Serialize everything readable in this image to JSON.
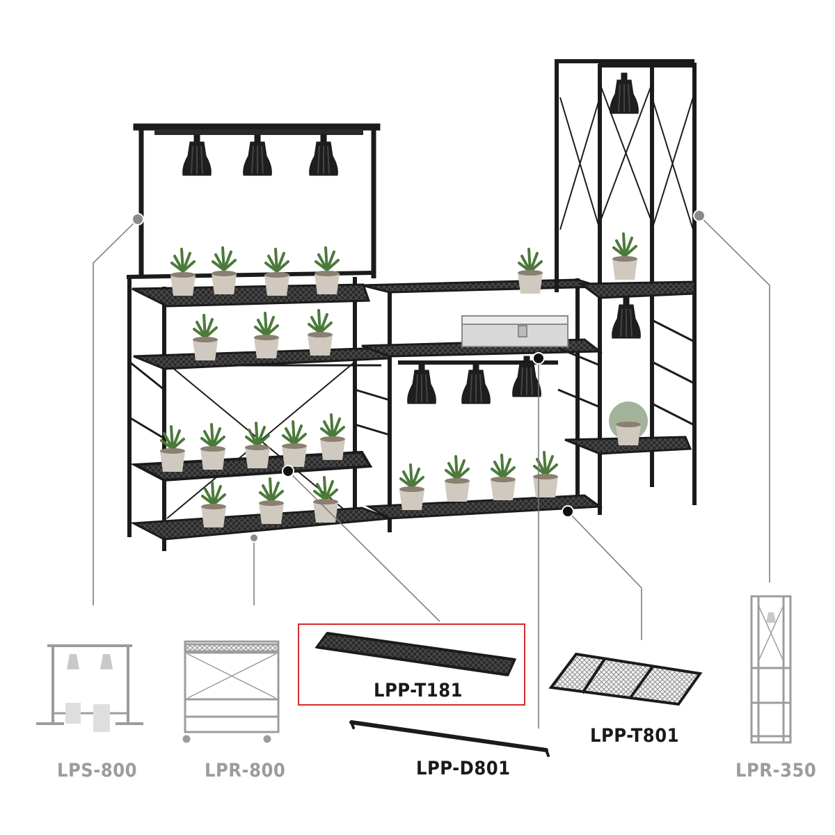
{
  "labels": {
    "lps800": "LPS-800",
    "lpr800": "LPR-800",
    "lpp_t181": "LPP-T181",
    "lpp_d801": "LPP-D801",
    "lpp_t801": "LPP-T801",
    "lpr350": "LPR-350"
  },
  "colors": {
    "frame": "#1b1b1b",
    "gray_product": "#9c9c9c",
    "highlight": "#d42b2b",
    "leader_line": "#777777"
  }
}
